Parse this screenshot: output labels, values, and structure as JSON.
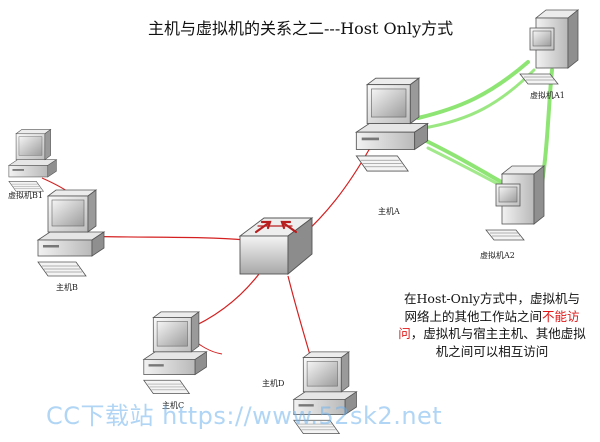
{
  "title": "主机与虚拟机的关系之二---Host Only方式",
  "nodes": {
    "host_a": "主机A",
    "host_b": "主机B",
    "host_c": "主机C",
    "host_d": "主机D",
    "vm_a1": "虚拟机A1",
    "vm_a2": "虚拟机A2",
    "vm_b1": "虚拟机B1"
  },
  "note": {
    "part1": "在Host-Only方式中，虚拟机与网络上的其他工作站之间",
    "part2_highlight": "不能访问",
    "part3": "，虚拟机与宿主主机、其他虚拟机之间可以相互访问"
  },
  "watermark": "CC下载站 https://www.52sk2.net",
  "colors": {
    "physical_link": "#d42020",
    "virtual_link": "#7ae05a",
    "highlight_text": "#e01818",
    "watermark": "#70b2ec"
  }
}
